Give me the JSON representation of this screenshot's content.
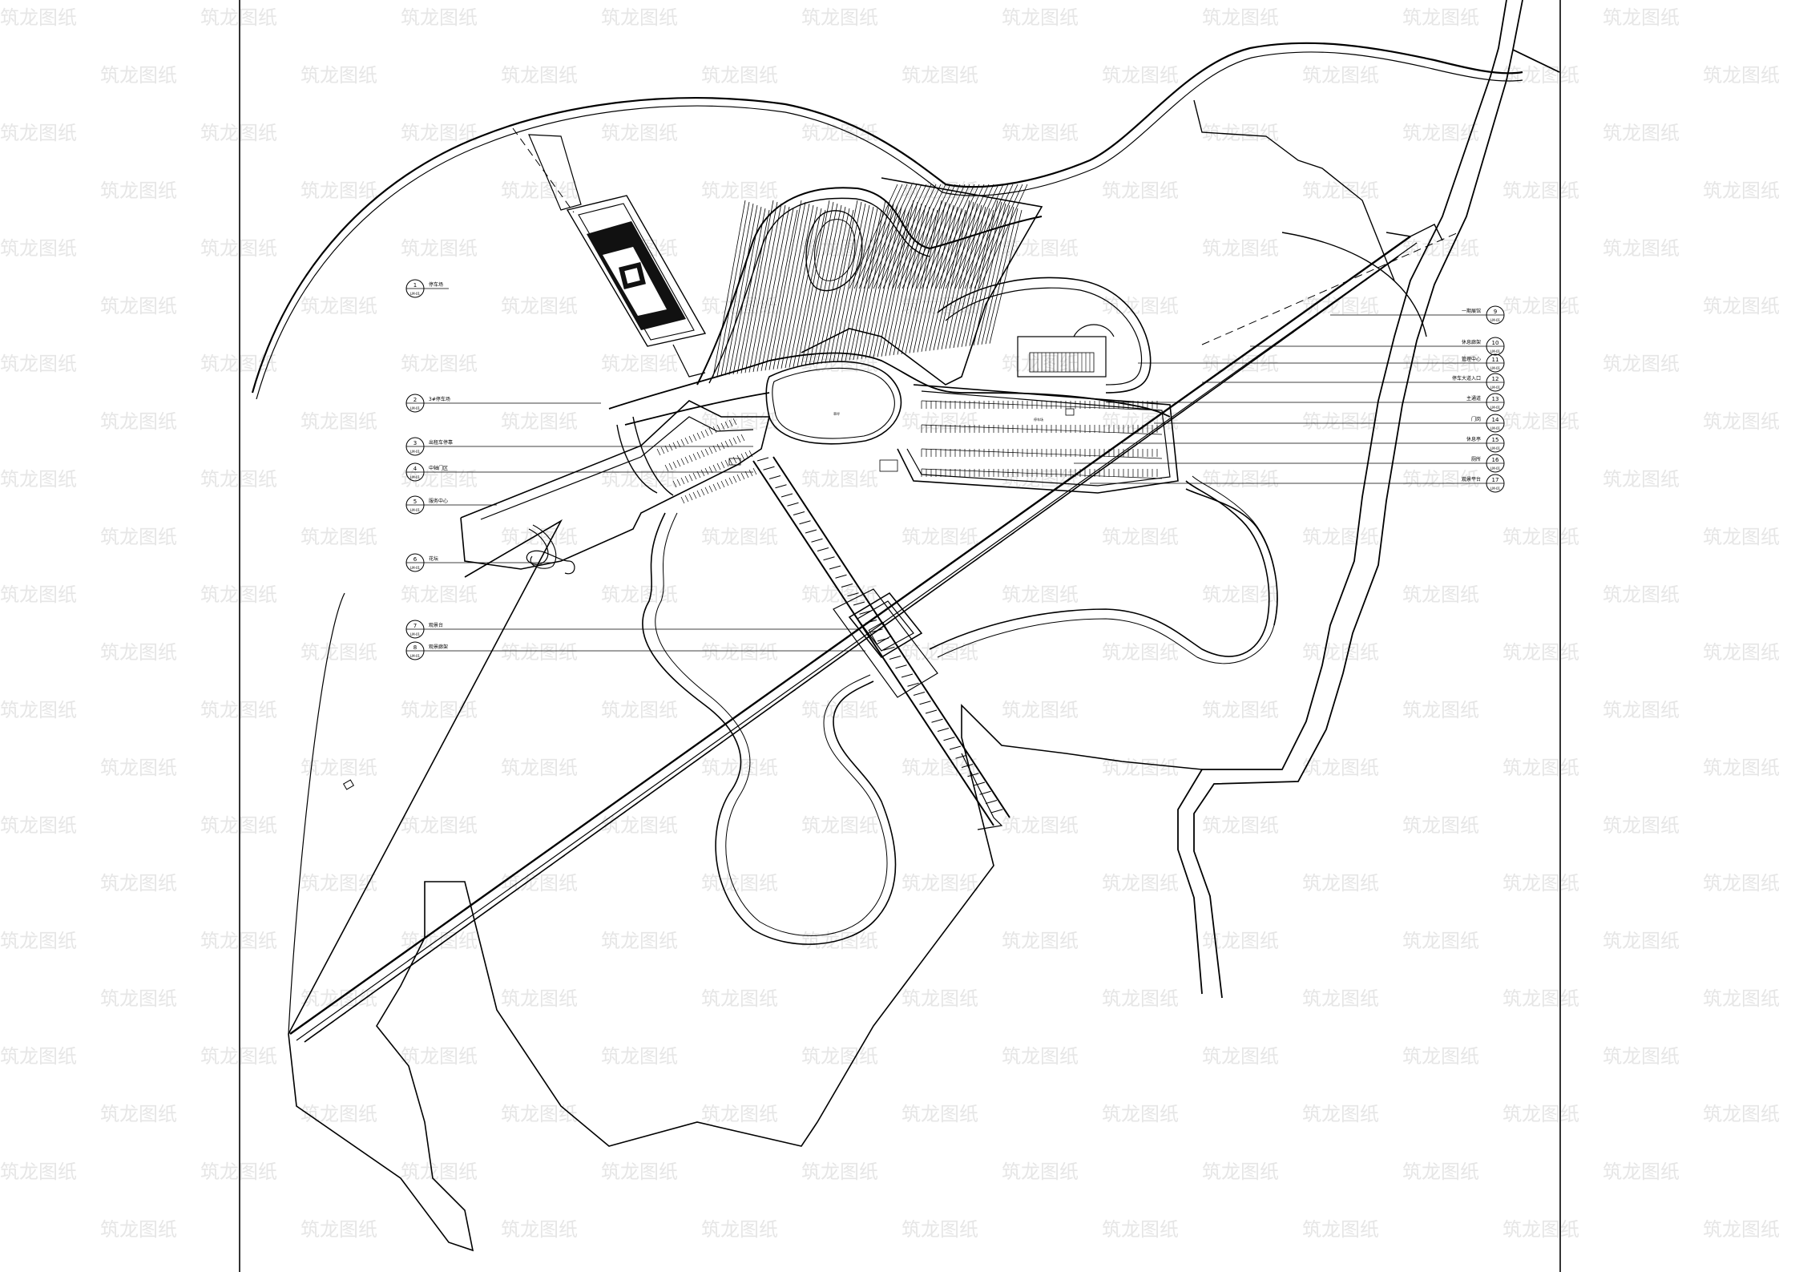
{
  "drawing": {
    "watermark_text": "筑龙图纸",
    "ink_color": "#000000",
    "paper_color": "#ffffff",
    "watermark_color": "#e6e6e6"
  },
  "left_callouts": [
    {
      "label": "停车场",
      "bubble_top": "1",
      "bubble_bottom": "LM-01"
    },
    {
      "label": "3#停车场",
      "bubble_top": "2",
      "bubble_bottom": "LM-01"
    },
    {
      "label": "出租车停靠",
      "bubble_top": "3",
      "bubble_bottom": "LM-01"
    },
    {
      "label": "中轴门区",
      "bubble_top": "4",
      "bubble_bottom": "LM-01"
    },
    {
      "label": "服务中心",
      "bubble_top": "5",
      "bubble_bottom": "LM-01"
    },
    {
      "label": "花坛",
      "bubble_top": "6",
      "bubble_bottom": "LM-01"
    },
    {
      "label": "观景台",
      "bubble_top": "7",
      "bubble_bottom": "LM-01"
    },
    {
      "label": "观景廊架",
      "bubble_top": "8",
      "bubble_bottom": "LM-01"
    }
  ],
  "right_callouts": [
    {
      "label": "一期展馆",
      "bubble_top": "9",
      "bubble_bottom": "LM-01"
    },
    {
      "label": "休息廊架",
      "bubble_top": "10",
      "bubble_bottom": "LM-01"
    },
    {
      "label": "管理中心",
      "bubble_top": "11",
      "bubble_bottom": "LM-01"
    },
    {
      "label": "停车大道入口",
      "bubble_top": "12",
      "bubble_bottom": "LM-01"
    },
    {
      "label": "主通道",
      "bubble_top": "13",
      "bubble_bottom": "LM-01"
    },
    {
      "label": "门岗",
      "bubble_top": "14",
      "bubble_bottom": "LM-01"
    },
    {
      "label": "休息亭",
      "bubble_top": "15",
      "bubble_bottom": "LM-01"
    },
    {
      "label": "厕所",
      "bubble_top": "16",
      "bubble_bottom": "LM-01"
    },
    {
      "label": "观景平台",
      "bubble_top": "17",
      "bubble_bottom": "LM-01"
    }
  ],
  "plaza_labels": {
    "central_lawn": "草坪",
    "parking_east": "停车场"
  }
}
